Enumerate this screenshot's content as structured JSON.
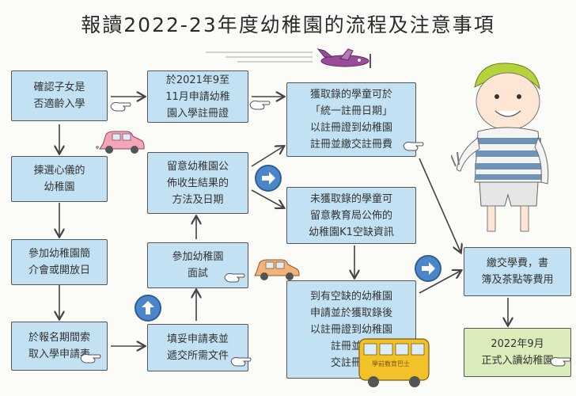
{
  "title": "報讀2022-23年度幼稚園的流程及注意事項",
  "steps": {
    "s1": "確認子女是\n否適齡入學",
    "s2": "揀選心儀的\n幼稚園",
    "s3": "參加幼稚園簡\n介會或開放日",
    "s4": "於報名期間索\n取入學申請表",
    "s5": "填妥申請表並\n遞交所需文件",
    "s6": "參加幼稚園\n面試",
    "s7": "留意幼稚園公\n佈收生結果的\n方法及日期",
    "s8": "於2021年9至\n11月申請幼稚\n園入學註冊證",
    "s9": "獲取錄的學童可於\n「統一註冊日期」\n以註冊證到幼稚園\n註冊並繳交註冊費",
    "s10": "未獲取錄的學童可\n留意教育局公佈的\n幼稚園K1空缺資訊",
    "s11": "到有空缺的幼稚園\n申請並於獲取錄後\n以註冊證到幼稚園\n註冊並繳\n交註冊費",
    "s12": "繳交學費，書\n簿及茶點等費用",
    "s13": "2022年9月\n正式入讀幼稚園"
  },
  "bus_label": "學前教育巴士",
  "colors": {
    "box_fill": "#c2e1f3",
    "final_fill": "#dcedbc",
    "circle_arrow": "#4b87c8",
    "arrow_stroke": "#444444"
  }
}
